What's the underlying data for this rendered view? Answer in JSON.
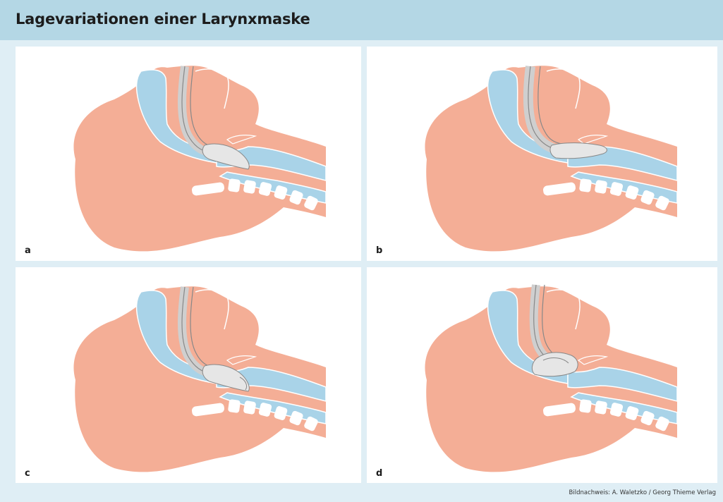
{
  "header": {
    "title": "Lagevariationen einer Larynxmaske"
  },
  "panels": [
    {
      "label": "a"
    },
    {
      "label": "b"
    },
    {
      "label": "c"
    },
    {
      "label": "d"
    }
  ],
  "colors": {
    "tissue": "#f4ae96",
    "airway": "#a9d3e8",
    "header_bg": "#b4d7e5",
    "page_bg": "#dfeef5"
  },
  "credit": "Bildnachweis: A. Waletzko / Georg Thieme Verlag"
}
